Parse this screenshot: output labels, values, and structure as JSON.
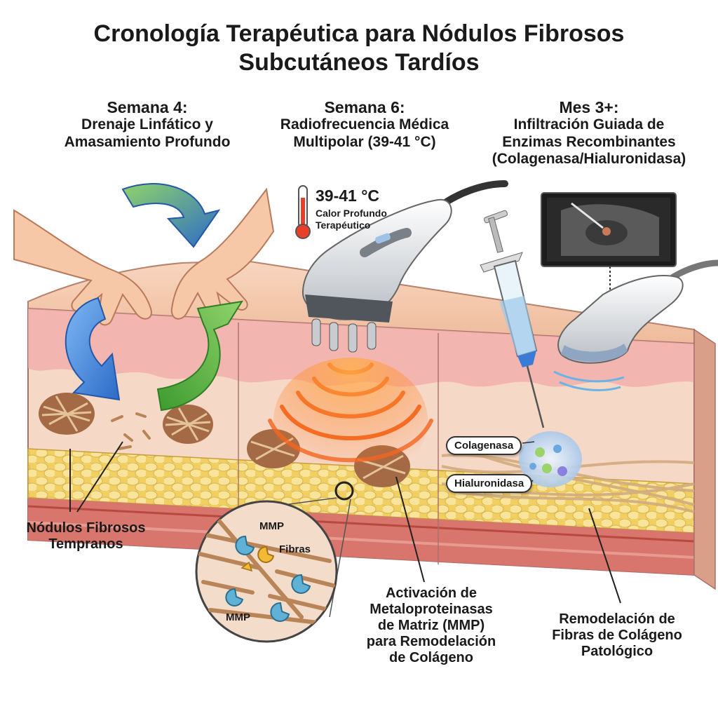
{
  "title": "Cronología Terapéutica para Nódulos Fibrosos Subcutáneos Tardíos",
  "steps": [
    {
      "name": "Semana 4:",
      "desc": [
        "Drenaje Linfático y",
        "Amasamiento Profundo"
      ]
    },
    {
      "name": "Semana 6:",
      "desc": [
        "Radiofrecuencia Médica",
        "Multipolar (39-41 °C)"
      ]
    },
    {
      "name": "Mes 3+:",
      "desc": [
        "Infiltración Guiada de",
        "Enzimas Recombinantes",
        "(Colagenasa/Hialuronidasa)"
      ]
    }
  ],
  "thermometer": {
    "temp": "39-41 °C",
    "caption": [
      "Calor Profundo",
      "Terapéutico"
    ]
  },
  "enzymes": {
    "collagenase": "Colagenasa",
    "hyaluronidase": "Hialuronidasa"
  },
  "inset": {
    "mmp_top": "MMP",
    "fibers": "Fibras",
    "mmp_bottom": "MMP"
  },
  "callouts": {
    "nodules": [
      "Nódulos Fibrosos",
      "Tempranos"
    ],
    "mmp": [
      "Activación de",
      "Metaloproteinasas",
      "de Matriz (MMP)",
      "para Remodelación",
      "de Colágeno"
    ],
    "remodel": [
      "Remodelación de",
      "Fibras de Colágeno",
      "Patológico"
    ]
  },
  "colors": {
    "skin": "#f3c9b0",
    "dermis": "#f6d8c6",
    "fat": "#f4d97a",
    "muscle": "#c8524a",
    "arrow_blue": "#3b7fd6",
    "arrow_green": "#4fae3a",
    "heat": "#f2641e"
  }
}
